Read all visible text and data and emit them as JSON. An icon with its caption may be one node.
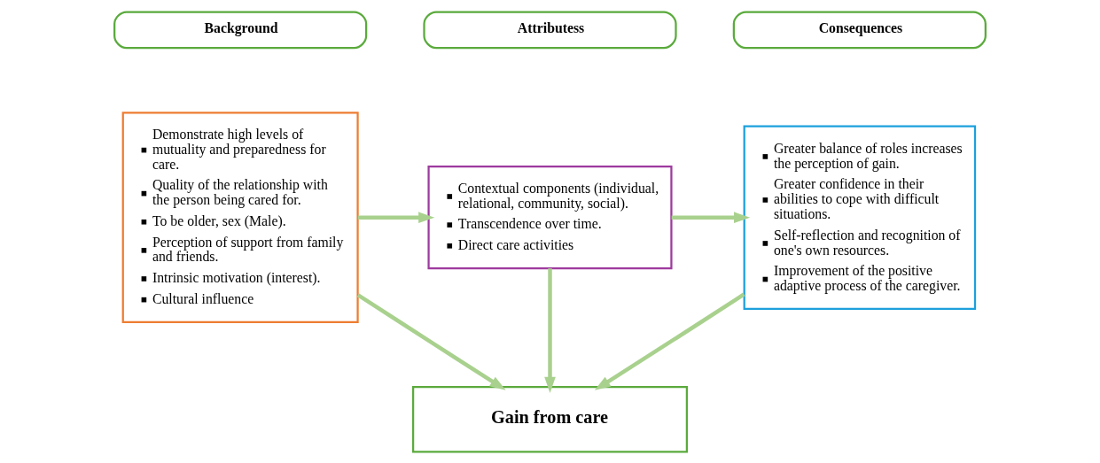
{
  "diagram": {
    "nodes": [
      {
        "text": [
          "Background"
        ]
      },
      {
        "text": [
          "Attributess"
        ]
      },
      {
        "text": [
          "Consequences"
        ]
      },
      {
        "text": [
          "Demonstrate high levels of mutuality and preparedness for care.",
          "Quality of the relationship with the person being cared for.",
          "To be older, sex (Male).",
          "Perception of support from family and friends.",
          "Intrinsic motivation (interest).",
          "Cultural influence"
        ]
      },
      {
        "text": [
          "Contextual components (individual, relational, community, social).",
          "Transcendence over time.",
          "Direct care activities"
        ]
      },
      {
        "text": [
          "Greater balance of roles increases the perception of gain.",
          "Greater confidence in their abilities to cope with difficult situations.",
          "Self-reflection and recognition of one's own resources.",
          "Improvement of the positive adaptive process of the caregiver."
        ]
      },
      {
        "text": [
          "Gain from care"
        ]
      }
    ],
    "edges": [
      {
        "from": 3,
        "to": 4,
        "arrow": "to"
      },
      {
        "from": 4,
        "to": 5,
        "arrow": "to"
      },
      {
        "from": 3,
        "to": 6,
        "arrow": "to"
      },
      {
        "from": 4,
        "to": 6,
        "arrow": "to"
      },
      {
        "from": 5,
        "to": 6,
        "arrow": "to"
      }
    ]
  }
}
